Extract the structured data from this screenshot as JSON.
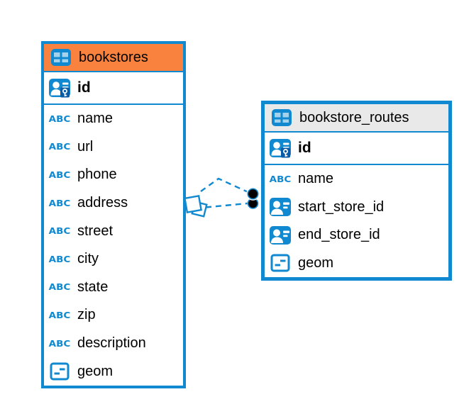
{
  "colors": {
    "accent_blue": "#1089d0",
    "key_panel_blue": "#0a5ca6",
    "bookstores_header_orange": "#f8823e",
    "routes_header_gray": "#e9e9e9",
    "text_black": "#000000",
    "canvas_white": "#ffffff"
  },
  "icons": {
    "text_type_label": "ABC"
  },
  "tables": [
    {
      "name": "bookstores",
      "header_style": "orange",
      "columns": [
        {
          "name": "id",
          "type": "primary-key"
        },
        {
          "name": "name",
          "type": "text"
        },
        {
          "name": "url",
          "type": "text"
        },
        {
          "name": "phone",
          "type": "text"
        },
        {
          "name": "address",
          "type": "text"
        },
        {
          "name": "street",
          "type": "text"
        },
        {
          "name": "city",
          "type": "text"
        },
        {
          "name": "state",
          "type": "text"
        },
        {
          "name": "zip",
          "type": "text"
        },
        {
          "name": "description",
          "type": "text"
        },
        {
          "name": "geom",
          "type": "geometry"
        }
      ]
    },
    {
      "name": "bookstore_routes",
      "header_style": "gray",
      "columns": [
        {
          "name": "id",
          "type": "primary-key"
        },
        {
          "name": "name",
          "type": "text"
        },
        {
          "name": "start_store_id",
          "type": "reference"
        },
        {
          "name": "end_store_id",
          "type": "reference"
        },
        {
          "name": "geom",
          "type": "geometry"
        }
      ]
    }
  ],
  "relationships": [
    {
      "from_table": "bookstores",
      "to_table": "bookstore_routes",
      "line_style": "dashed",
      "from_marker": "diamond",
      "to_marker": "dot"
    },
    {
      "from_table": "bookstores",
      "to_table": "bookstore_routes",
      "line_style": "dashed",
      "from_marker": "diamond",
      "to_marker": "dot"
    }
  ]
}
